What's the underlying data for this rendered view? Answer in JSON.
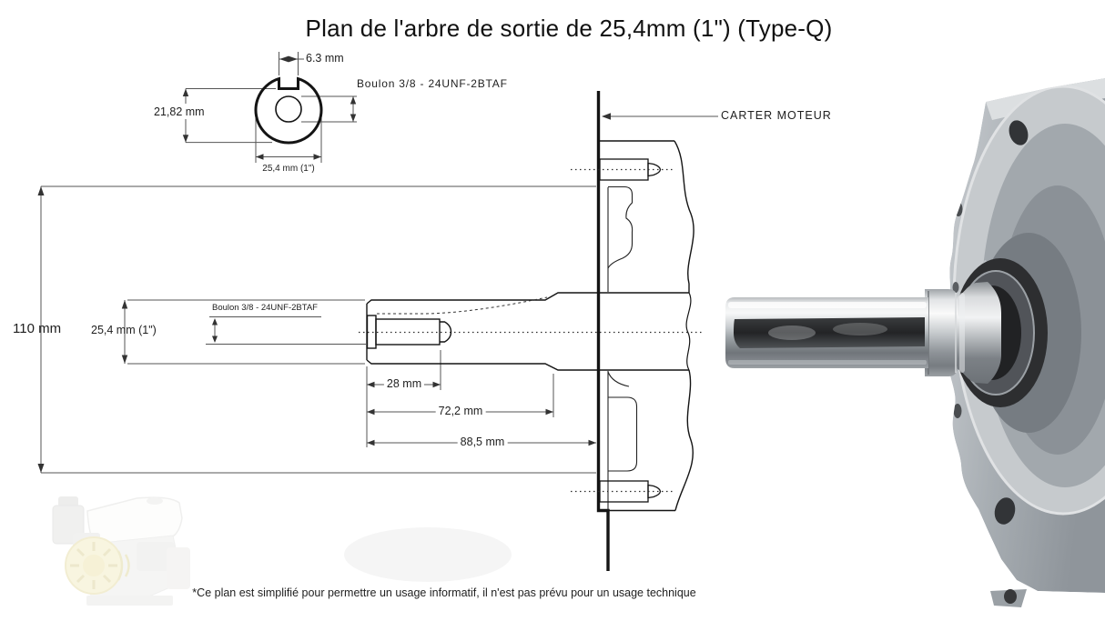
{
  "title": "Plan de l'arbre de sortie de 25,4mm (1\") (Type-Q)",
  "footnote": "*Ce plan est simplifié pour permettre un usage informatif, il n'est pas prévu pour un usage technique",
  "labels": {
    "housing": "CARTER MOTEUR",
    "bolt_spec_top": "Boulon 3/8 - 24UNF-2BTAF",
    "bolt_spec_side": "Boulon 3/8 - 24UNF-2BTAF"
  },
  "cross_section_dims": {
    "keyway_width": "6.3 mm",
    "flat_height": "21,82 mm",
    "diameter": "25,4 mm (1\")"
  },
  "side_view_dims": {
    "mount_height": "110 mm",
    "shaft_diameter": "25,4 mm (1\")",
    "bolt_length": "28 mm",
    "step_length": "72,2 mm",
    "total_length": "88,5 mm"
  },
  "colors": {
    "line": "#141414",
    "dim": "#555555",
    "background": "#ffffff"
  }
}
